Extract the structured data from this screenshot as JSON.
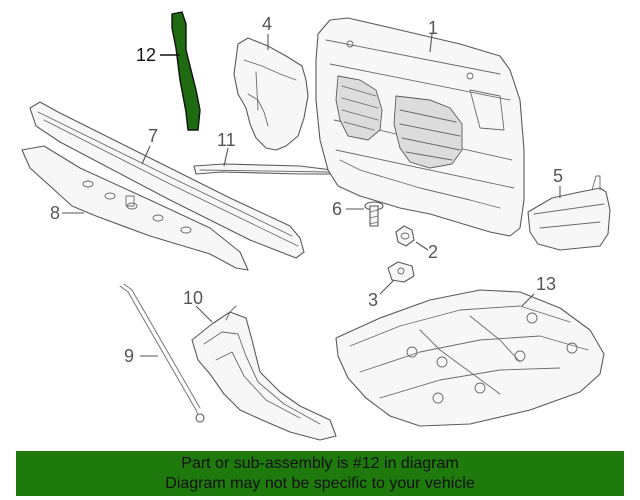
{
  "callouts": {
    "c1": "1",
    "c2": "2",
    "c3": "3",
    "c4": "4",
    "c5": "5",
    "c6": "6",
    "c7": "7",
    "c8": "8",
    "c9": "9",
    "c10": "10",
    "c11": "11",
    "c12": "12",
    "c13": "13"
  },
  "highlight": {
    "part_number": "12",
    "color": "#1e6b12"
  },
  "banner": {
    "line1": "Part or sub-assembly is #12 in diagram",
    "line2": "Diagram may not be specific to your vehicle",
    "color": "#1f7a0e"
  }
}
